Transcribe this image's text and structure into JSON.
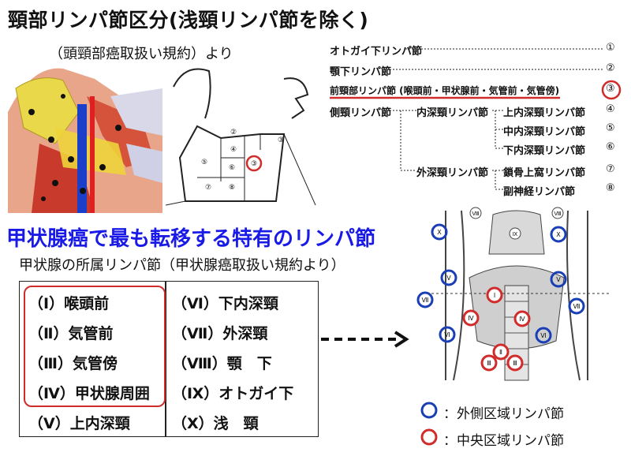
{
  "title": "頸部リンパ節区分(浅頸リンパ節を除く)",
  "subtitle": "（頭頸部癌取扱い規約）より",
  "colors": {
    "blue_heading": "#1a1ae6",
    "red_highlight": "#d12c2c",
    "lateral_circle": "#1a3fb5",
    "central_circle": "#d12c2c"
  },
  "classification": {
    "rows": [
      {
        "label": "オトガイ下リンパ節",
        "num": "①"
      },
      {
        "label": "顎下リンパ節",
        "num": "②"
      },
      {
        "label": "前頸部リンパ節 (喉頭前・甲状腺前・気管前・気管傍)",
        "num": "③"
      },
      {
        "label": "側頸リンパ節",
        "num": "④"
      }
    ],
    "internal": "内深頸リンパ節",
    "external": "外深頸リンパ節",
    "sub": [
      {
        "label": "上内深頸リンパ節",
        "num": "④"
      },
      {
        "label": "中内深頸リンパ節",
        "num": "⑤"
      },
      {
        "label": "下内深頸リンパ節",
        "num": "⑥"
      },
      {
        "label": "鎖骨上窩リンパ節",
        "num": "⑦"
      },
      {
        "label": "副神経リンパ節",
        "num": "⑧"
      }
    ]
  },
  "diagram_labels": [
    "②",
    "④",
    "③",
    "⑤",
    "⑥",
    "⑦",
    "⑧",
    "①"
  ],
  "blue_heading": "甲状腺癌で最も転移する特有のリンパ節",
  "sub_heading": "甲状腺の所属リンパ節（甲状腺癌取扱い規約より）",
  "table": {
    "left": [
      "（Ⅰ）喉頭前",
      "（Ⅱ）気管前",
      "（Ⅲ）気管傍",
      "（Ⅳ）甲状腺周囲",
      "（Ⅴ）上内深頸"
    ],
    "right": [
      "（Ⅵ）下内深頸",
      "（Ⅶ）外深頸",
      "（Ⅷ）顎　下",
      "（Ⅸ）オトガイ下",
      "（Ⅹ）浅　頸"
    ]
  },
  "anatomy_labels": {
    "top": [
      "Ⅷ",
      "Ⅸ",
      "Ⅷ"
    ],
    "blue": [
      "Ⅹ",
      "Ⅹ",
      "Ⅴ",
      "Ⅴ",
      "Ⅶ",
      "Ⅶ",
      "Ⅵ",
      "Ⅵ"
    ],
    "red": [
      "Ⅰ",
      "Ⅳ",
      "Ⅳ",
      "Ⅱ",
      "Ⅲ",
      "Ⅲ"
    ]
  },
  "legend": [
    {
      "label": "：外側区域リンパ節",
      "color": "#1a3fb5"
    },
    {
      "label": "：中央区域リンパ節",
      "color": "#d12c2c"
    }
  ]
}
